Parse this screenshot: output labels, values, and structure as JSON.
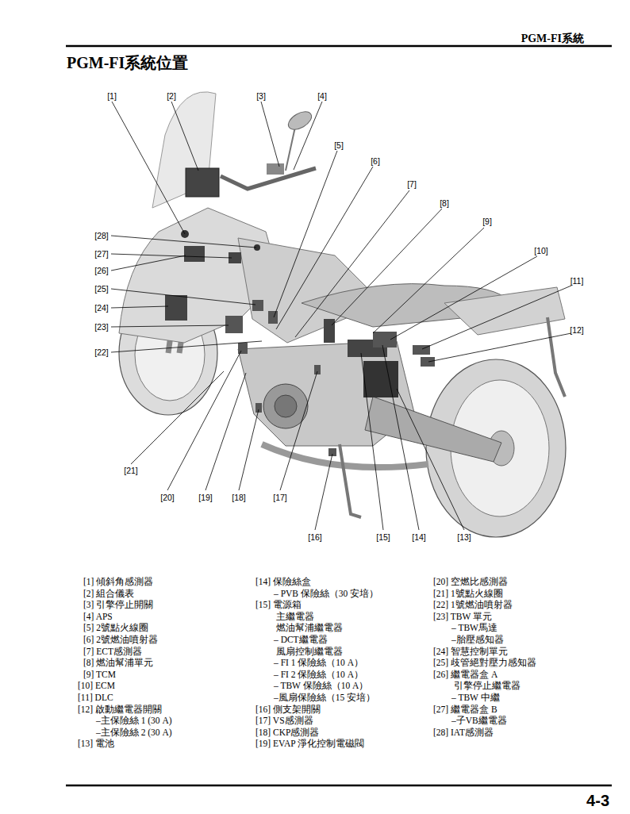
{
  "diagram": {
    "title": "PGM-FI系統位置",
    "labels": [
      "PGM-FI系統",
      "[1]",
      "[2]",
      "[3]",
      "[4]",
      "[5]",
      "[6]",
      "[7]",
      "[8]",
      "[9]",
      "[10]",
      "[11]",
      "[12]",
      "[13]",
      "[14]",
      "[15]",
      "[16]",
      "[17]",
      "[18]",
      "[19]",
      "[20]",
      "[21]",
      "[22]",
      "[23]",
      "[24]",
      "[25]",
      "[26]",
      "[27]",
      "[28]",
      "[1] 傾斜角感測器",
      "[2] 組合儀表",
      "[3] 引擎停止開關",
      "[4] APS",
      "[5] 2號點火線圈",
      "[6] 2號燃油噴射器",
      "[7] ECT感測器",
      "[8] 燃油幫浦單元",
      "[9] TCM",
      "[10] ECM",
      "[11] DLC",
      "[12] 啟動繼電器開關",
      "–主保險絲 1 (30 A)",
      "–主保險絲 2 (30 A)",
      "[13] 電池",
      "[14] 保險絲盒",
      "– PVB 保險絲（30 安培）",
      "[15] 電源箱",
      "主繼電器",
      "燃油幫浦繼電器",
      "– DCT繼電器",
      "風扇控制繼電器",
      "– FI 1 保險絲（10 A）",
      "– FI 2 保險絲（10 A）",
      "– TBW 保險絲（10 A）",
      "–風扇保險絲（15 安培）",
      "[16] 側支架開關",
      "[17] VS感測器",
      "[18] CKP感測器",
      "[19] EVAP 淨化控制電磁閥",
      "[20] 空燃比感測器",
      "[21] 1號點火線圈",
      "[22] 1號燃油噴射器",
      "[23] TBW 單元",
      "– TBW馬達",
      "–胎壓感知器",
      "[24] 智慧控制單元",
      "[25] 歧管絕對壓力感知器",
      "[26] 繼電器盒 A",
      "引擎停止繼電器",
      "– TBW 中繼",
      "[27] 繼電器盒 B",
      "–子VB繼電器",
      "[28] IAT感測器",
      "4-3"
    ]
  }
}
